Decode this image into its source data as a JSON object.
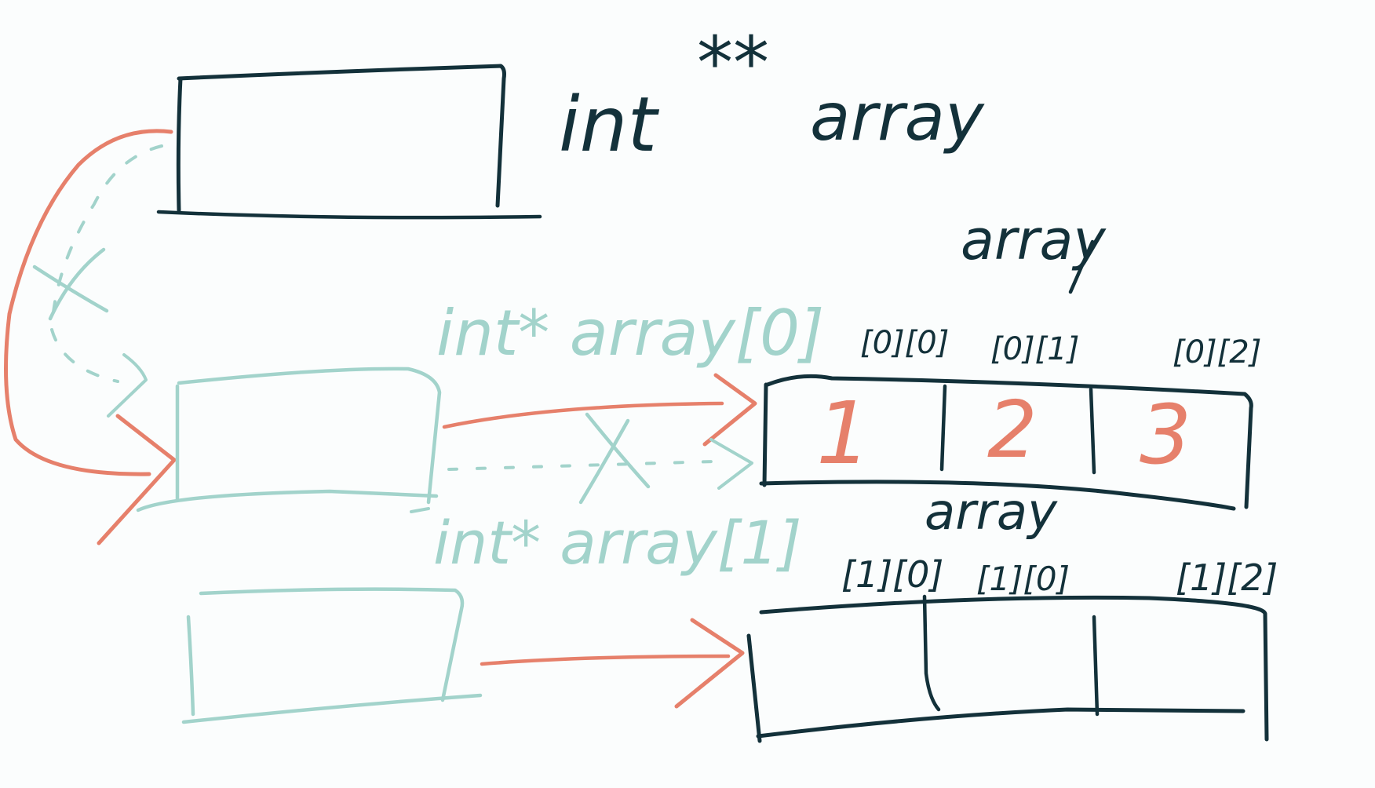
{
  "labels": {
    "top_decl_type": "int",
    "top_decl_stars": "**",
    "top_decl_name": "array",
    "row_pointer_0": "int* array[0]",
    "row_pointer_1": "int* array[1]",
    "matrix_label_top": "array",
    "matrix_label_bottom": "array"
  },
  "row0": {
    "indices": [
      "[0][0]",
      "[0][1]",
      "[0][2]"
    ],
    "values": [
      "1",
      "2",
      "3"
    ]
  },
  "row1": {
    "indices": [
      "[1][0]",
      "[1][0]",
      "[1][2]"
    ]
  },
  "colors": {
    "dark_ink": "#13313a",
    "teal_ink": "#a2d3cb",
    "red_ink": "#e6806b",
    "background": "#fbfdfd"
  }
}
